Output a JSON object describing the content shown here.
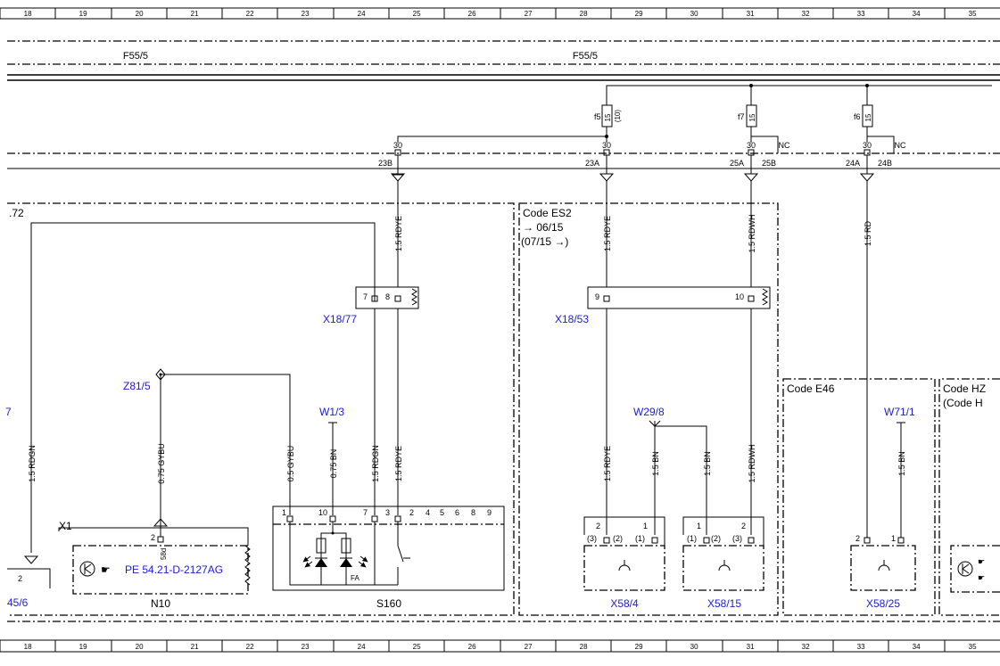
{
  "ruler": {
    "columns": [
      "18",
      "19",
      "20",
      "21",
      "22",
      "23",
      "24",
      "25",
      "26",
      "27",
      "28",
      "29",
      "30",
      "31",
      "32",
      "33",
      "34",
      "35"
    ]
  },
  "fuse_blocks": [
    "F55/5",
    "F55/5"
  ],
  "fuses": [
    {
      "name": "f5",
      "rating": "15",
      "extra": "(10)"
    },
    {
      "name": "f7",
      "rating": "15"
    },
    {
      "name": "f6",
      "rating": "15"
    }
  ],
  "terminals": {
    "t30": "30",
    "nc": "NC",
    "pins": [
      "23B",
      "23A",
      "25A",
      "25B",
      "24A",
      "24B"
    ]
  },
  "wires": [
    "1.5 RDYE",
    "1.5 RDYE",
    "1.5 RDWH",
    "1.5 RD",
    "1.5 RDGN",
    "0.75 GYBU",
    "0.5 GYBU",
    "0.75 BN",
    "1.5 RDGN",
    "1.5 RDYE",
    "1.5 RDYE",
    "1.5 BN",
    "1.5 BN",
    "1.5 RDWH",
    "1.5 BN"
  ],
  "links": [
    "X18/77",
    "Z81/5",
    "W1/3",
    "X18/53",
    "W29/8",
    "W71/1",
    "X58/4",
    "X58/15",
    "X58/25",
    "45/6",
    "PE 54.21-D-2127AG"
  ],
  "link_fragments": {
    "left_partial": "7"
  },
  "codes": {
    "es2": "Code ES2",
    "es2_until": "→ 06/15",
    "es2_from": "(07/15 →)",
    "e46": "Code E46",
    "hz": "Code HZ",
    "hz2": "(Code H"
  },
  "components": {
    "n10": "N10",
    "s160": "S160",
    "x1": "X1",
    "fa": "FA",
    "pin58d": "58d",
    "left_label": ".72"
  },
  "pins": {
    "x18_77": [
      "7",
      "8"
    ],
    "x18_53": [
      "9",
      "10"
    ],
    "n10": [
      "2"
    ],
    "s160": [
      "1",
      "10",
      "7",
      "3",
      "2",
      "4",
      "5",
      "6",
      "8",
      "9"
    ],
    "x58_4": [
      "2",
      "1",
      "(3)",
      "(2)",
      "(1)"
    ],
    "x58_15": [
      "1",
      "2",
      "(1)",
      "(2)",
      "(3)"
    ],
    "x58_25": [
      "2",
      "1"
    ]
  }
}
